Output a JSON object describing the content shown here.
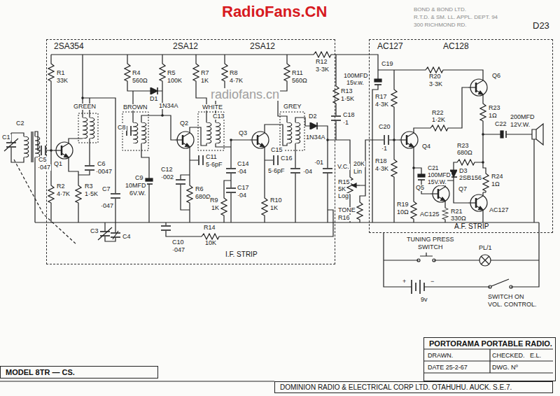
{
  "diagram": {
    "nodes": [
      {
        "text": [
          "I.F. STRIP"
        ]
      },
      {
        "text": [
          "A.F. STRIP"
        ]
      },
      {
        "text": [
          "PORTORAMA PORTABLE RADIO.",
          "DRAWN.",
          "CHECKED.",
          "E.L.",
          "DATE 25-2-67",
          "DWG. Nº"
        ]
      },
      {
        "text": [
          "MODEL 8TR — CS."
        ]
      },
      {
        "text": [
          "DOMINION RADIO & ELECTRICAL CORP LTD. OTAHUHU. AUCK. S.E.7."
        ]
      }
    ],
    "labels": [
      "RadioFans.CN",
      "BOND & BOND LTD.",
      "R.T.D. & SM. LL. APPL. DEPT. 94",
      "300 RICHMOND RD.",
      "D23",
      "radiofans.cn",
      "2SA354",
      "2SA12",
      "2SA12",
      "AC127",
      "AC128",
      "C1",
      "C2",
      "C5",
      "·047",
      "Q1",
      "R1",
      "33K",
      "GREEN",
      "C6",
      "·0047",
      "R2",
      "4·7K",
      "R3",
      "1·5K",
      "C7",
      "·047",
      "C3",
      "C4",
      "R4",
      "560Ω",
      "BROWN",
      "C8",
      "R5",
      "100K",
      "D1",
      "1N34A",
      "Q2",
      "C11",
      "5·6pF",
      "C12",
      "·002",
      "WHITE",
      "C13",
      "R7",
      "1K",
      "R6",
      "680Ω",
      "C9",
      "10MFD",
      "6V.W.",
      "C10",
      "·047",
      "R8",
      "4·7K",
      "C14",
      "·04",
      "C17",
      "·04",
      "Q3",
      "R9",
      "1K",
      "R10",
      "1K",
      "C15",
      "5·6pF",
      "R11",
      "560Ω",
      "GREY",
      "C16",
      "·04",
      "D2",
      "1N34A",
      "·01",
      "R12",
      "3·3K",
      "R13",
      "1·5K",
      "C18",
      "·1",
      "100MFD",
      "15v.w.",
      "C19",
      "V.C.",
      "R15",
      "5K",
      "Log",
      "20K",
      "Lin",
      "TONE",
      "R16",
      "R14",
      "10K",
      "R17",
      "4·3K",
      "R20",
      "3·3K",
      "Q6",
      "R23",
      "1Ω",
      "C22",
      "200MFD",
      "12V.W.",
      "C20",
      "·1",
      "Q4",
      "R22",
      "1·2K",
      "R23",
      "680Ω",
      "R18",
      "4·3K",
      "D3",
      "2SB156",
      "Q5",
      "AC125",
      "Q7",
      "AC127",
      "R24",
      "1Ω",
      "C21",
      "100MFD",
      "15V.W.",
      "R19",
      "10Ω",
      "R21",
      "330Ω",
      "TUNING PRESS",
      "SWITCH",
      "PL/1",
      "+",
      "−",
      "9v",
      "SWITCH ON",
      "VOL. CONTROL."
    ]
  }
}
